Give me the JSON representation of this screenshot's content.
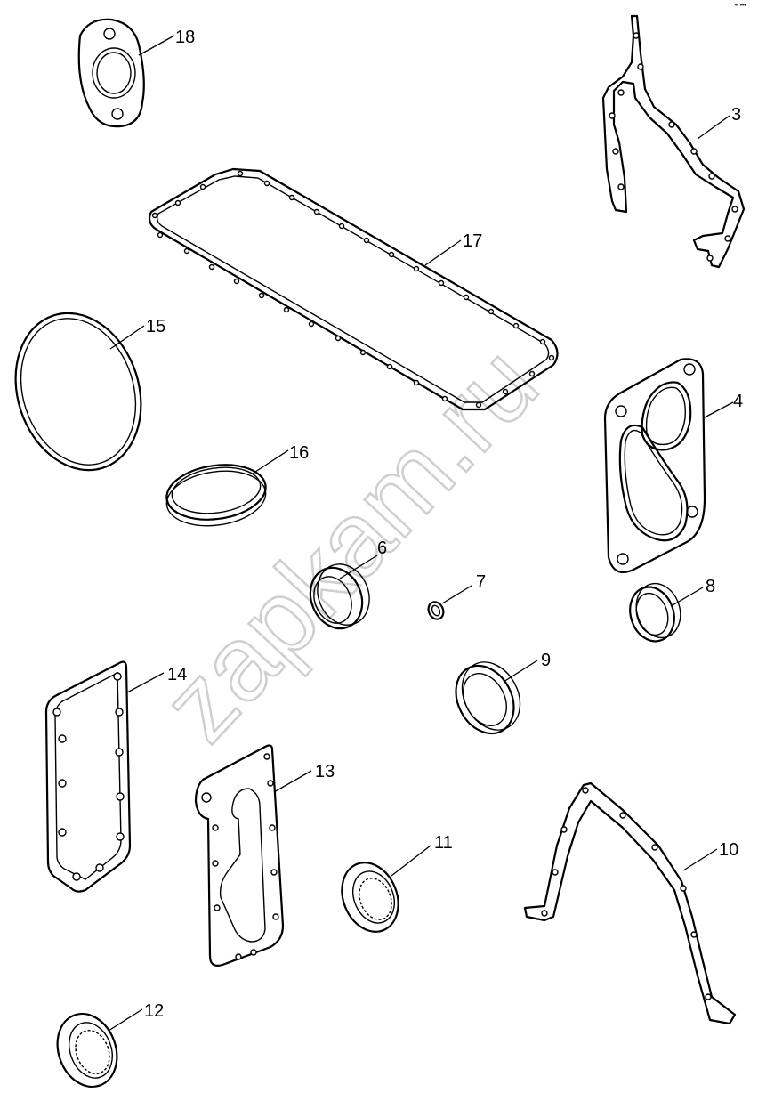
{
  "watermark": "zapkam.ru",
  "corner_mark": "•• •••",
  "callouts": [
    {
      "id": "part-18",
      "label": "18"
    },
    {
      "id": "part-3",
      "label": "3"
    },
    {
      "id": "part-17",
      "label": "17"
    },
    {
      "id": "part-15",
      "label": "15"
    },
    {
      "id": "part-4",
      "label": "4"
    },
    {
      "id": "part-16",
      "label": "16"
    },
    {
      "id": "part-6",
      "label": "6"
    },
    {
      "id": "part-7",
      "label": "7"
    },
    {
      "id": "part-8",
      "label": "8"
    },
    {
      "id": "part-14",
      "label": "14"
    },
    {
      "id": "part-9",
      "label": "9"
    },
    {
      "id": "part-13",
      "label": "13"
    },
    {
      "id": "part-11",
      "label": "11"
    },
    {
      "id": "part-10",
      "label": "10"
    },
    {
      "id": "part-12",
      "label": "12"
    }
  ]
}
